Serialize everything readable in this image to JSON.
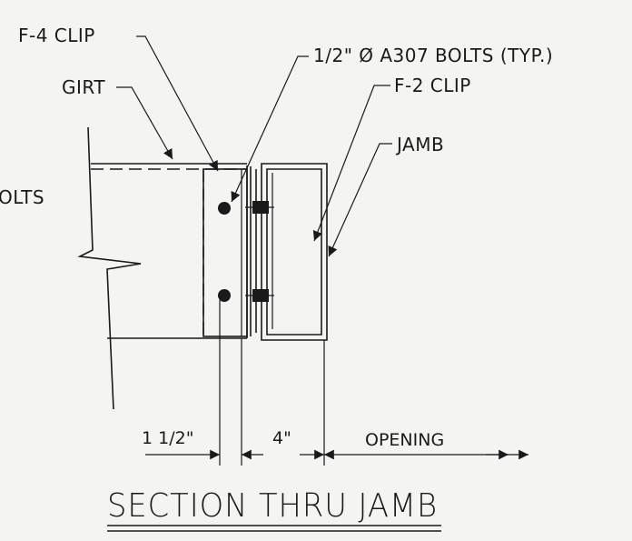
{
  "labels": {
    "f4_clip": "F-4 CLIP",
    "girt": "GIRT",
    "bolts_left": "OLTS",
    "bolts_spec": "1/2\" Ø A307 BOLTS (TYP.)",
    "f2_clip": "F-2 CLIP",
    "jamb": "JAMB"
  },
  "dimensions": {
    "dim_1": "1 1/2\"",
    "dim_2": "4\"",
    "opening": "OPENING"
  },
  "title": "SECTION THRU JAMB"
}
